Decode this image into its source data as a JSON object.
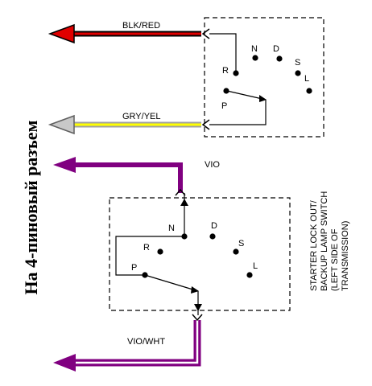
{
  "side_title": "На 4-пиновый разъем",
  "wires": {
    "blk_red": "BLK/RED",
    "gry_yel": "GRY/YEL",
    "vio": "VIO",
    "vio_wht": "VIO/WHT"
  },
  "upper_switch": {
    "positions": [
      "N",
      "D",
      "R",
      "S",
      "L",
      "P"
    ]
  },
  "lower_switch": {
    "positions": [
      "N",
      "D",
      "R",
      "S",
      "L",
      "P"
    ]
  },
  "caption": [
    "STARTER LOCK OUT/",
    "BACKUP LAMP SWITCH",
    "(LEFT SIDE OF",
    "TRANSMISSION)"
  ],
  "colors": {
    "black": "#000000",
    "red": "#e00000",
    "gray": "#a0a0a0",
    "yellow": "#ffff00",
    "violet": "#800080",
    "white": "#ffffff"
  }
}
